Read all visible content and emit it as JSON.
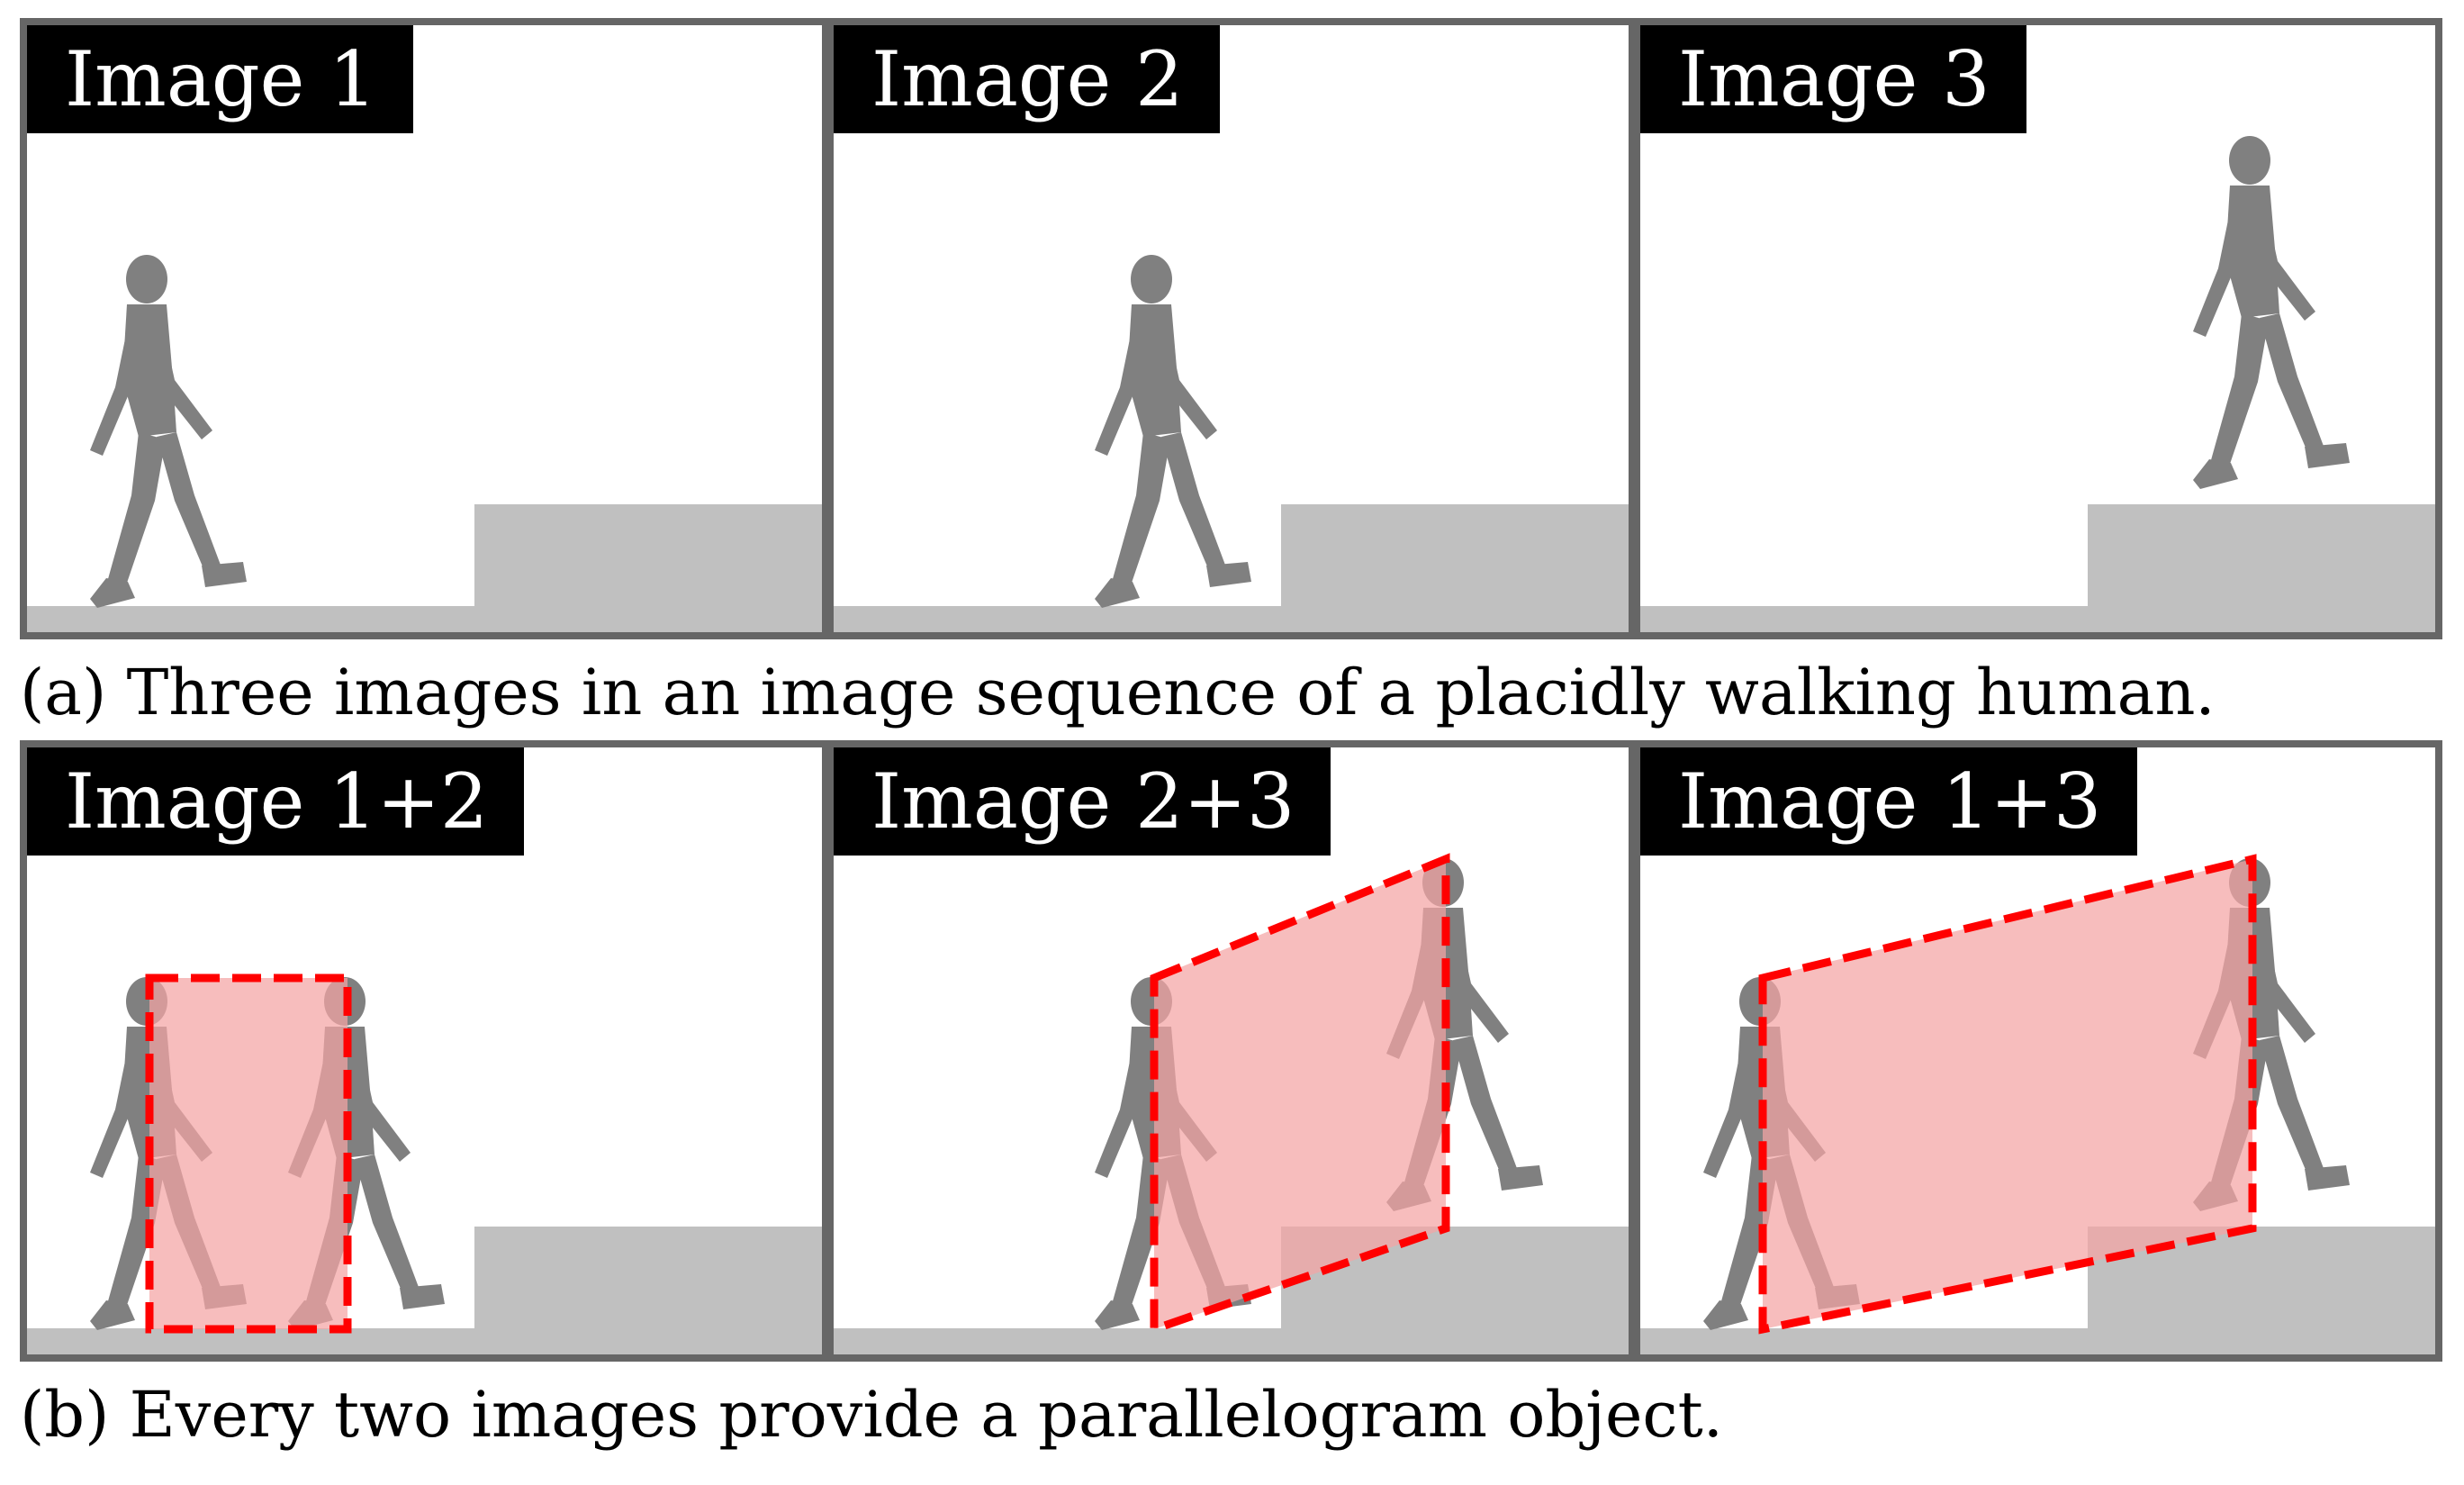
{
  "row_a": {
    "panels": [
      {
        "label": "Image 1"
      },
      {
        "label": "Image 2"
      },
      {
        "label": "Image 3"
      }
    ],
    "caption": "(a) Three images in an image sequence of a placidly walking human."
  },
  "row_b": {
    "panels": [
      {
        "label": "Image 1+2"
      },
      {
        "label": "Image 2+3"
      },
      {
        "label": "Image 1+3"
      }
    ],
    "caption": "(b) Every two images provide a parallelogram object."
  },
  "colors": {
    "frame": "#666666",
    "ground": "#c0c0c0",
    "figure": "#808080",
    "overlay_fill": "#f4a3a3",
    "overlay_stroke": "#ff0000"
  }
}
